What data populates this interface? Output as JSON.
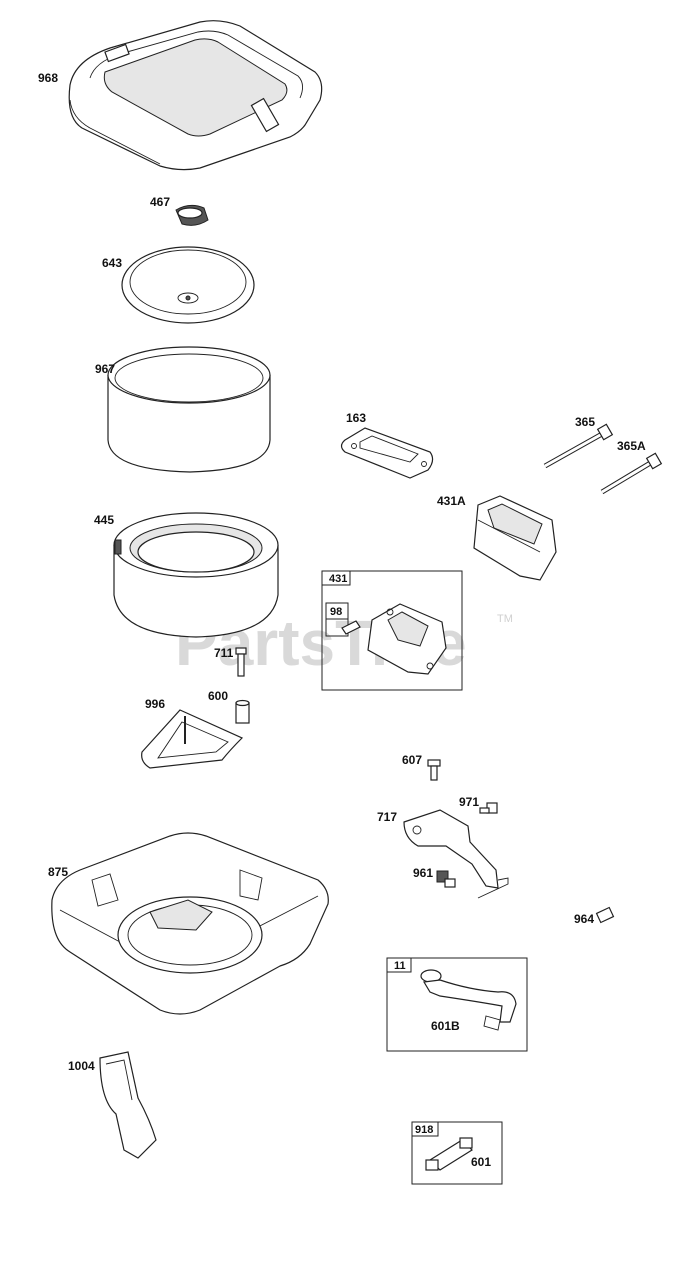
{
  "watermark": {
    "text": "PartsTree",
    "trademark": "TM"
  },
  "labels": {
    "p968": "968",
    "p467": "467",
    "p643": "643",
    "p967": "967",
    "p163": "163",
    "p365": "365",
    "p365A": "365A",
    "p431A": "431A",
    "p445": "445",
    "p431": "431",
    "p98": "98",
    "p711": "711",
    "p600": "600",
    "p996": "996",
    "p607": "607",
    "p971": "971",
    "p717": "717",
    "p961": "961",
    "p875": "875",
    "p964": "964",
    "p11": "11",
    "p601B": "601B",
    "p1004": "1004",
    "p918": "918",
    "p601": "601"
  }
}
